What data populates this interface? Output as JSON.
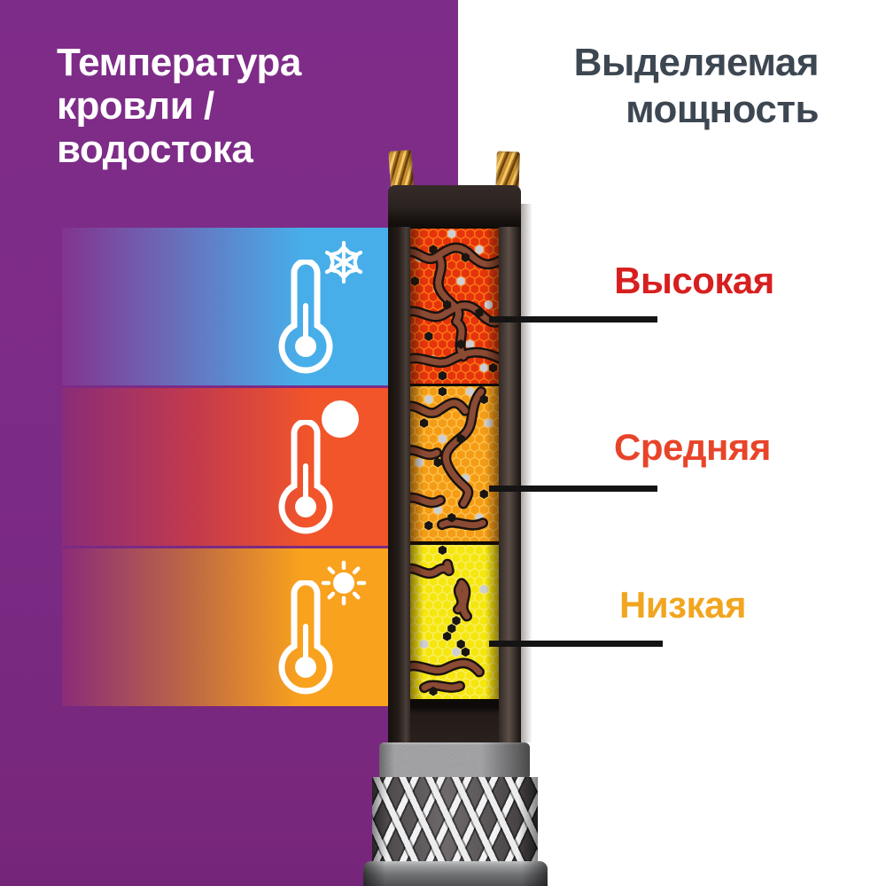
{
  "page": {
    "background": "#ffffff",
    "accent_purple": "#7C2B85",
    "kind": "heating-cable-infographic"
  },
  "left_header": {
    "text": "Температура кровли / водостока",
    "lines": [
      "Температура",
      "кровли /",
      "водостока"
    ],
    "color": "#ffffff"
  },
  "right_header": {
    "text": "Выделяемая мощность",
    "lines": [
      "Выделяемая",
      "мощность"
    ],
    "color": "#3D4752"
  },
  "bands": [
    {
      "name": "cold",
      "thermometer_icon": "thermometer-icon",
      "weather_icon": "snowflake-icon",
      "gradient_end": "#47AEE9"
    },
    {
      "name": "mild",
      "thermometer_icon": "thermometer-icon",
      "weather_icon": "sun-dot-icon",
      "gradient_end": "#F2552A"
    },
    {
      "name": "warm",
      "thermometer_icon": "thermometer-icon",
      "weather_icon": "sun-icon",
      "gradient_end": "#F9A21E"
    }
  ],
  "power_labels": [
    {
      "text": "Высокая",
      "color": "#D81F1F"
    },
    {
      "text": "Средняя",
      "color": "#E8442A"
    },
    {
      "text": "Низкая",
      "color": "#F2A51F"
    }
  ],
  "cable": {
    "core_sections": [
      {
        "name": "high-power-core",
        "cell_color": "#E5330C",
        "grid_color": "#FF7C17"
      },
      {
        "name": "medium-power-core",
        "cell_color": "#F49C15",
        "grid_color": "#FFC44F"
      },
      {
        "name": "low-power-core",
        "cell_color": "#F5E60D",
        "grid_color": "#FBEF6A"
      }
    ],
    "vein_color": "#8B4A33",
    "jacket_color": "#2B2321",
    "copper_color": "#C98E2E",
    "foil_color": "#99999C",
    "braid_strand_color": "#EDEDEF"
  }
}
